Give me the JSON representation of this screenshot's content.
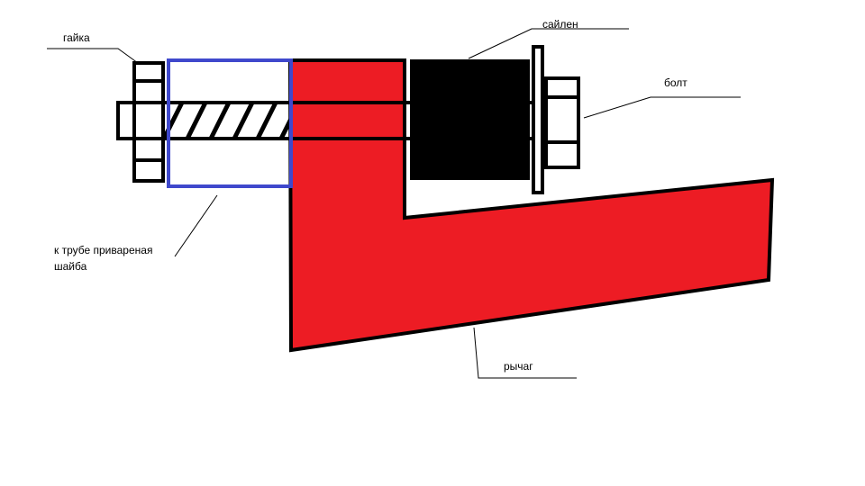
{
  "labels": {
    "nut": "гайка",
    "silentblock": "сайлен",
    "bolt": "болт",
    "washer_line1": "к трубе привареная",
    "washer_line2": "шайба",
    "lever": "рычаг"
  },
  "colors": {
    "lever": "#ed1c24",
    "silentblock": "#000000",
    "washer": "#3f48cc",
    "outline": "#000000",
    "background": "#ffffff"
  }
}
